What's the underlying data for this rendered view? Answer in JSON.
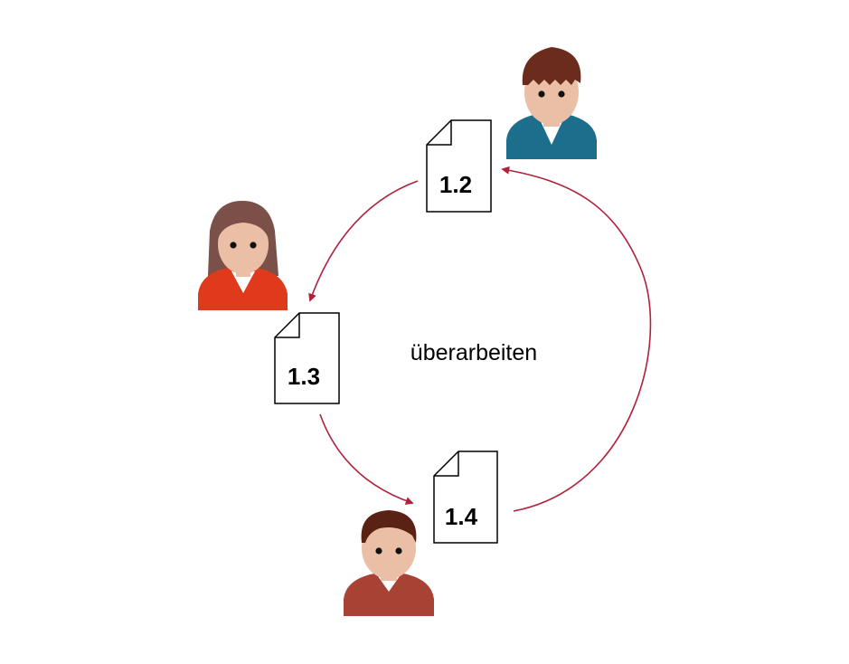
{
  "center_label": "überarbeiten",
  "documents": [
    {
      "id": "doc-1-2",
      "label": "1.2"
    },
    {
      "id": "doc-1-3",
      "label": "1.3"
    },
    {
      "id": "doc-1-4",
      "label": "1.4"
    }
  ],
  "people": [
    {
      "id": "person-top-right",
      "shirt_color": "#1c6e8c",
      "hair_color": "#6b2c1d"
    },
    {
      "id": "person-left-woman",
      "shirt_color": "#e03a1c",
      "hair_color": "#7a5048"
    },
    {
      "id": "person-bottom",
      "shirt_color": "#a84234",
      "hair_color": "#5a2115"
    }
  ],
  "colors": {
    "arrow": "#b0213a",
    "skin": "#ebbfa6",
    "eyes": "#111111",
    "document_stroke": "#000000"
  }
}
